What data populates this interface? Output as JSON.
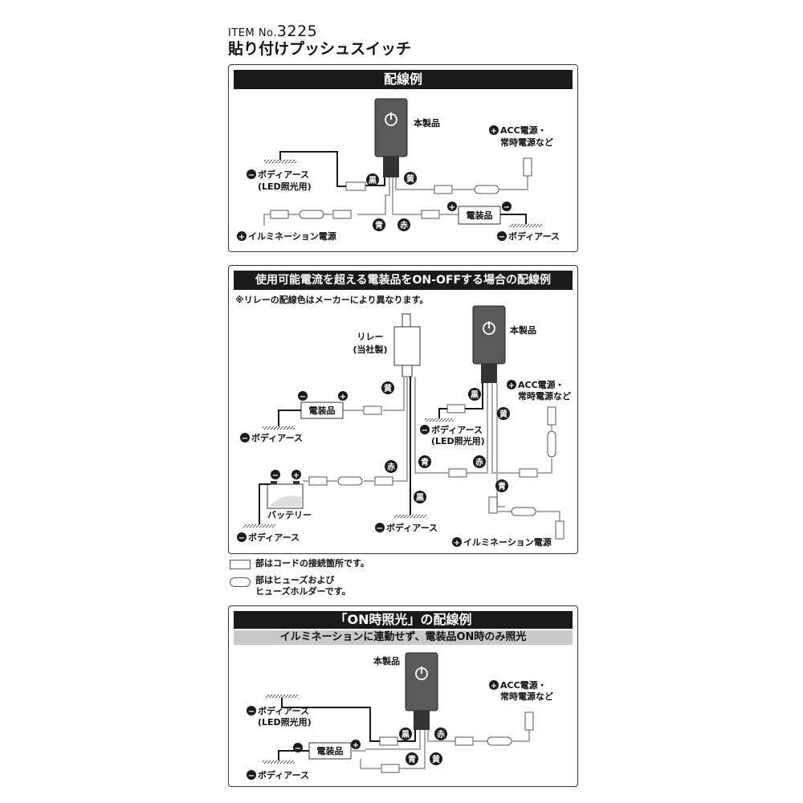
{
  "header": {
    "item_label": "ITEM No.",
    "item_number": "3225",
    "product_name": "貼り付けプッシュスイッチ"
  },
  "panel1": {
    "title": "配線例",
    "product": "本製品",
    "acc": "ACC電源・",
    "acc2": "常時電源など",
    "body_earth": "ボディアース",
    "led_use": "(LED照光用)",
    "device": "電装品",
    "illumination": "イルミネーション電源",
    "colors": {
      "black": "黒",
      "yellow": "黄",
      "blue": "青",
      "red": "赤"
    }
  },
  "panel2": {
    "title": "使用可能電流を超える電装品をON-OFFする場合の配線例",
    "note": "※リレーの配線色はメーカーにより異なります。",
    "relay": "リレー",
    "relay_own": "(当社製)",
    "product": "本製品",
    "acc": "ACC電源・",
    "acc2": "常時電源など",
    "device": "電装品",
    "body_earth": "ボディアース",
    "led_use": "(LED照光用)",
    "battery": "バッテリー",
    "illumination": "イルミネーション電源",
    "colors": {
      "black": "黒",
      "yellow": "黄",
      "blue": "青",
      "red": "赤"
    }
  },
  "legend": {
    "connector": "部はコードの接続箇所です。",
    "fuse_line1": "部はヒューズおよび",
    "fuse_line2": "ヒューズホルダーです。"
  },
  "panel3": {
    "title": "「ON時照光」の配線例",
    "subtitle": "イルミネーションに連動せず、電装品ON時のみ照光",
    "product": "本製品",
    "acc": "ACC電源・",
    "acc2": "常時電源など",
    "body_earth": "ボディアース",
    "led_use": "(LED照光用)",
    "device": "電装品",
    "colors": {
      "black": "黒",
      "red": "赤",
      "blue": "青",
      "yellow": "黄"
    }
  },
  "symbols": {
    "plus": "+",
    "minus": "−"
  },
  "style": {
    "wire_black": "#1a1a1a",
    "wire_gray": "#aaaaaa",
    "switch_body": "#5a5a5a",
    "header_bg": "#1a1a1a"
  }
}
